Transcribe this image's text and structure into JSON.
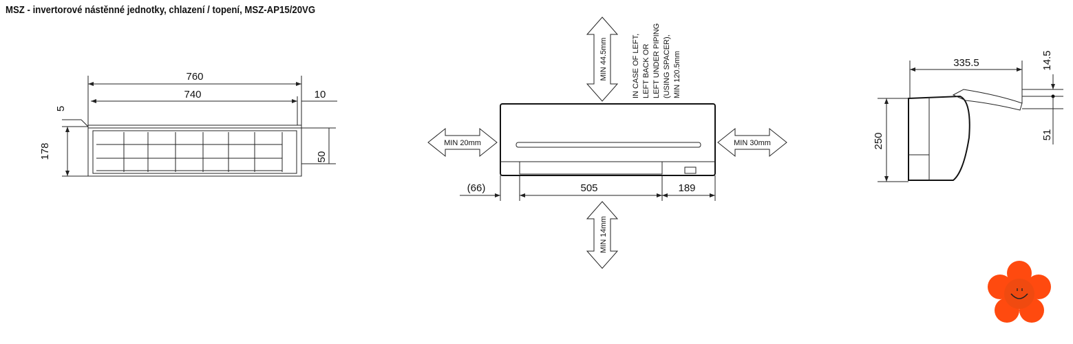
{
  "title": "MSZ - invertorové nástěnné jednotky, chlazení / topení, MSZ-AP15/20VG",
  "top_view": {
    "width_overall": "760",
    "width_inner": "740",
    "right_offset": "10",
    "top_offset": "5",
    "height": "178",
    "depth_right": "50"
  },
  "front_view": {
    "clearance_top": "MIN 44.5mm",
    "note": [
      "IN CASE OF LEFT,",
      "LEFT BACK OR",
      "LEFT UNDER PIPING",
      "(USING SPACER),",
      "MIN 120.5mm"
    ],
    "clearance_left": "MIN 20mm",
    "clearance_right": "MIN 30mm",
    "clearance_bottom": "MIN 14mm",
    "dim_left": "(66)",
    "dim_middle": "505",
    "dim_right": "189"
  },
  "side_view": {
    "depth": "335.5",
    "top_gap": "14.5",
    "height": "250",
    "flap": "51"
  },
  "colors": {
    "line": "#222222",
    "flower": "#ff4a0f"
  }
}
